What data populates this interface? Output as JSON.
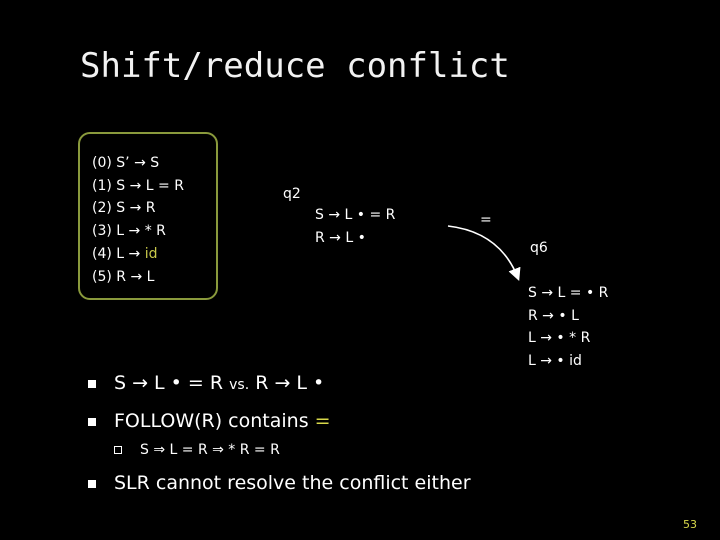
{
  "slide": {
    "title": "Shift/reduce conflict",
    "page_number": "53"
  },
  "grammar": [
    "(0) S’ → S",
    "(1) S → L = R",
    "(2) S → R",
    "(3) L → * R",
    "(4) L → id",
    "(5) R → L"
  ],
  "states": {
    "q2": {
      "label": "q2",
      "items": [
        "S → L • = R",
        "R → L •"
      ]
    },
    "q6": {
      "label": "q6",
      "items": [
        "S → L = • R",
        "R → • L",
        "L → • * R",
        "L → • id"
      ]
    }
  },
  "edge": {
    "label": "="
  },
  "bullets": {
    "b1_prefix": "S → L • = R ",
    "b1_vs": "vs.",
    "b1_suffix": " R → L •",
    "b2_text": "FOLLOW(R) contains ",
    "b2_eq": "=",
    "sub": "S ⇒ L = R ⇒ * R = R",
    "b3": "SLR cannot resolve the conflict either"
  },
  "colors": {
    "background": "#000000",
    "box_border": "#8a9a3c",
    "accent": "#d8d84a"
  }
}
